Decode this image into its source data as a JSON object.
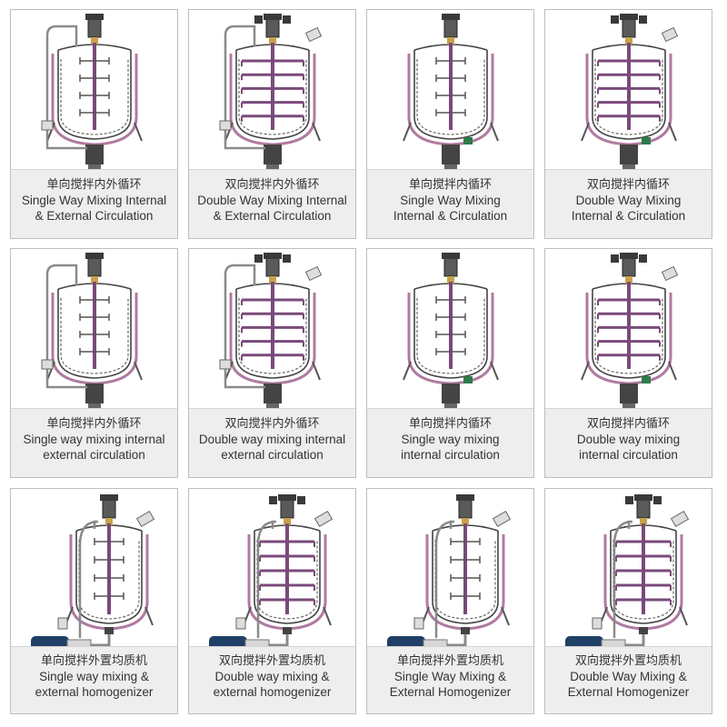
{
  "colors": {
    "tank_wall": "#444444",
    "jacket": "#b07aa0",
    "impeller": "#7a4a7a",
    "pipe": "#8a8a8a",
    "pump": "#1f3f66",
    "caption_bg": "#eeeeee",
    "border": "#bdbdbd",
    "text": "#333333"
  },
  "cards": [
    {
      "mixing": "single",
      "circulation": "external",
      "icon": "mixing-tank-diagram",
      "cn": "单向搅拌内外循环",
      "en": [
        "Single Way Mixing Internal",
        "& External Circulation"
      ]
    },
    {
      "mixing": "double",
      "circulation": "external",
      "icon": "mixing-tank-diagram",
      "cn": "双向搅拌内外循环",
      "en": [
        "Double Way Mixing Internal",
        "& External Circulation"
      ]
    },
    {
      "mixing": "single",
      "circulation": "internal",
      "icon": "mixing-tank-diagram",
      "cn": "单向搅拌内循环",
      "en": [
        "Single Way Mixing",
        "Internal & Circulation"
      ]
    },
    {
      "mixing": "double",
      "circulation": "internal",
      "icon": "mixing-tank-diagram",
      "cn": "双向搅拌内循环",
      "en": [
        "Double Way Mixing",
        "Internal & Circulation"
      ]
    },
    {
      "mixing": "single",
      "circulation": "external",
      "icon": "mixing-tank-diagram",
      "cn": "单向搅拌内外循环",
      "en": [
        "Single way mixing internal",
        "external circulation"
      ]
    },
    {
      "mixing": "double",
      "circulation": "external",
      "icon": "mixing-tank-diagram",
      "cn": "双向搅拌内外循环",
      "en": [
        "Double way mixing internal",
        "external circulation"
      ]
    },
    {
      "mixing": "single",
      "circulation": "internal",
      "icon": "mixing-tank-diagram",
      "cn": "单向搅拌内循环",
      "en": [
        "Single way mixing",
        "internal circulation"
      ]
    },
    {
      "mixing": "double",
      "circulation": "internal",
      "icon": "mixing-tank-diagram",
      "cn": "双向搅拌内循环",
      "en": [
        "Double way mixing",
        "internal circulation"
      ]
    },
    {
      "mixing": "single",
      "circulation": "homogenizer",
      "icon": "mixing-tank-diagram",
      "cn": "单向搅拌外置均质机",
      "en": [
        "Single way mixing &",
        "external homogenizer"
      ]
    },
    {
      "mixing": "double",
      "circulation": "homogenizer",
      "icon": "mixing-tank-diagram",
      "cn": "双向搅拌外置均质机",
      "en": [
        "Double way mixing &",
        "external homogenizer"
      ]
    },
    {
      "mixing": "single",
      "circulation": "homogenizer",
      "icon": "mixing-tank-diagram",
      "cn": "单向搅拌外置均质机",
      "en": [
        "Single Way Mixing &",
        "External Homogenizer"
      ]
    },
    {
      "mixing": "double",
      "circulation": "homogenizer",
      "icon": "mixing-tank-diagram",
      "cn": "双向搅拌外置均质机",
      "en": [
        "Double Way Mixing &",
        "External Homogenizer"
      ]
    }
  ]
}
